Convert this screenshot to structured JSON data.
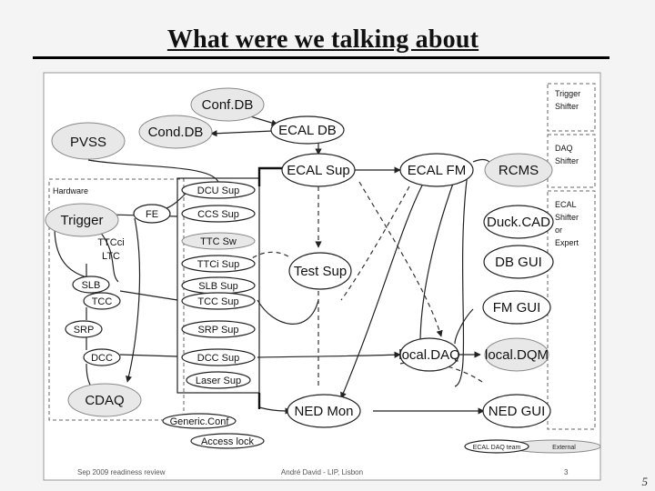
{
  "slide": {
    "title": "What were we talking about",
    "page_number": "5"
  },
  "diagram": {
    "groups": {
      "hardware": "Hardware",
      "trigger_shifter": [
        "Trigger",
        "Shifter"
      ],
      "daq_shifter": [
        "DAQ",
        "Shifter"
      ],
      "ecal_shifter": [
        "ECAL",
        "Shifter",
        "or",
        "Expert"
      ]
    },
    "nodes": {
      "confdb": "Conf.DB",
      "conddb": "Cond.DB",
      "pvss": "PVSS",
      "ecal_db": "ECAL DB",
      "ecal_sup": "ECAL Sup",
      "ecal_fm": "ECAL FM",
      "rcms": "RCMS",
      "trigger": "Trigger",
      "fe": "FE",
      "ttcci": "TTCci",
      "ltc": "LTC",
      "slb": "SLB",
      "tcc": "TCC",
      "srp": "SRP",
      "dcc": "DCC",
      "cdaq": "CDAQ",
      "dcu_sup": "DCU Sup",
      "ccs_sup": "CCS Sup",
      "ttc_sw": "TTC Sw",
      "ttci_sup": "TTCi Sup",
      "slb_sup": "SLB Sup",
      "tcc_sup": "TCC Sup",
      "srp_sup": "SRP Sup",
      "dcc_sup": "DCC Sup",
      "laser_sup": "Laser Sup",
      "test_sup": "Test Sup",
      "duck_cad": "Duck.CAD",
      "db_gui": "DB GUI",
      "fm_gui": "FM GUI",
      "local_daq": "local.DAQ",
      "local_dqm": "local.DQM",
      "ned_mon": "NED Mon",
      "ned_gui": "NED GUI",
      "generic_conf": "Generic.Conf",
      "access_lock": "Access lock"
    },
    "legend": {
      "ecal_daq_team": "ECAL DAQ team",
      "external": "External"
    },
    "footer": {
      "left": "Sep 2009 readiness review",
      "center": "André David - LIP, Lisbon",
      "page": "3"
    }
  }
}
